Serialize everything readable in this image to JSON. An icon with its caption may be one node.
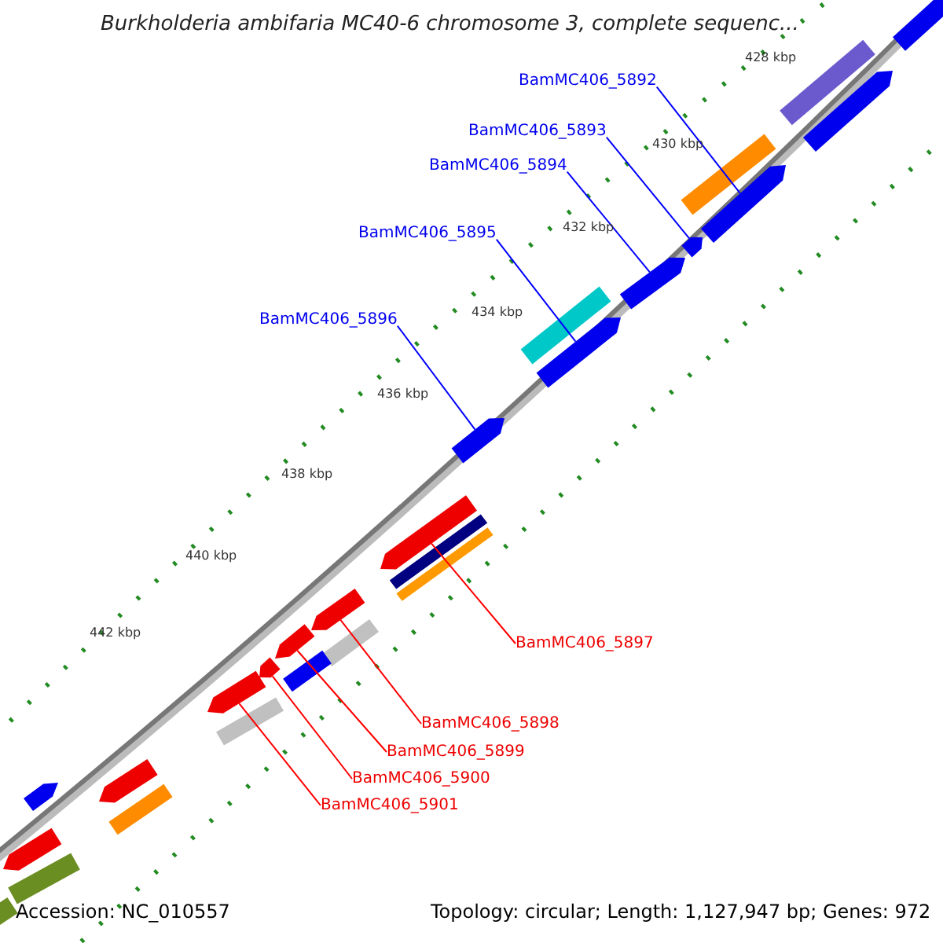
{
  "diagram": {
    "title": "Burkholderia ambifaria MC40-6 chromosome 3, complete sequenc...",
    "nodes": [
      {
        "text": [
          "BamMC406_5892"
        ]
      },
      {
        "text": [
          "BamMC406_5893"
        ]
      },
      {
        "text": [
          "BamMC406_5894"
        ]
      },
      {
        "text": [
          "BamMC406_5895"
        ]
      },
      {
        "text": [
          "BamMC406_5896"
        ]
      },
      {
        "text": [
          "BamMC406_5897"
        ]
      },
      {
        "text": [
          "BamMC406_5898"
        ]
      },
      {
        "text": [
          "BamMC406_5899"
        ]
      },
      {
        "text": [
          "BamMC406_5900"
        ]
      },
      {
        "text": [
          "BamMC406_5901"
        ]
      },
      {
        "text": [],
        "shape": "bar"
      },
      {
        "text": [],
        "shape": "bar"
      },
      {
        "text": [],
        "shape": "bar"
      },
      {
        "text": [],
        "shape": "bar"
      },
      {
        "text": [],
        "shape": "bar"
      },
      {
        "text": [],
        "shape": "bar"
      },
      {
        "text": [],
        "shape": "bar"
      },
      {
        "text": [],
        "shape": "bar"
      },
      {
        "text": [],
        "shape": "bar"
      },
      {
        "text": [],
        "shape": "bar"
      },
      {
        "text": [],
        "shape": "bar"
      },
      {
        "text": [],
        "shape": "bar"
      },
      {
        "text": [],
        "shape": "bar"
      },
      {
        "text": [],
        "shape": "bar"
      },
      {
        "text": [],
        "shape": "bar"
      },
      {
        "text": [],
        "shape": "bar"
      },
      {
        "text": [],
        "shape": "bar"
      },
      {
        "text": [],
        "shape": "bar"
      },
      {
        "text": [],
        "shape": "bar"
      },
      {
        "text": [],
        "shape": "bar"
      },
      {
        "text": [],
        "shape": "bar"
      },
      {
        "text": [],
        "shape": "bar"
      },
      {
        "text": [],
        "shape": "bar"
      },
      {
        "text": [],
        "shape": "bar"
      },
      {
        "text": [],
        "shape": "bar"
      },
      {
        "text": [],
        "shape": "bar"
      }
    ],
    "edges": [
      {
        "from": 0,
        "to": 10,
        "arrow": "none",
        "color": "#0000ff"
      },
      {
        "from": 1,
        "to": 11,
        "arrow": "none",
        "color": "#0000ff"
      },
      {
        "from": 2,
        "to": 12,
        "arrow": "none",
        "color": "#0000ff"
      },
      {
        "from": 3,
        "to": 13,
        "arrow": "none",
        "color": "#0000ff"
      },
      {
        "from": 4,
        "to": 14,
        "arrow": "none",
        "color": "#0000ff"
      },
      {
        "from": 5,
        "to": 15,
        "arrow": "none",
        "color": "#ff0000"
      },
      {
        "from": 6,
        "to": 16,
        "arrow": "none",
        "color": "#ff0000"
      },
      {
        "from": 7,
        "to": 17,
        "arrow": "none",
        "color": "#ff0000"
      },
      {
        "from": 8,
        "to": 18,
        "arrow": "none",
        "color": "#ff0000"
      },
      {
        "from": 9,
        "to": 19,
        "arrow": "none",
        "color": "#ff0000"
      }
    ],
    "labels": [
      "428 kbp",
      "430 kbp",
      "432 kbp",
      "434 kbp",
      "436 kbp",
      "438 kbp",
      "440 kbp",
      "442 kbp",
      "Accession: NC_010557",
      "Topology: circular; Length: 1,127,947 bp; Genes: 972"
    ]
  }
}
